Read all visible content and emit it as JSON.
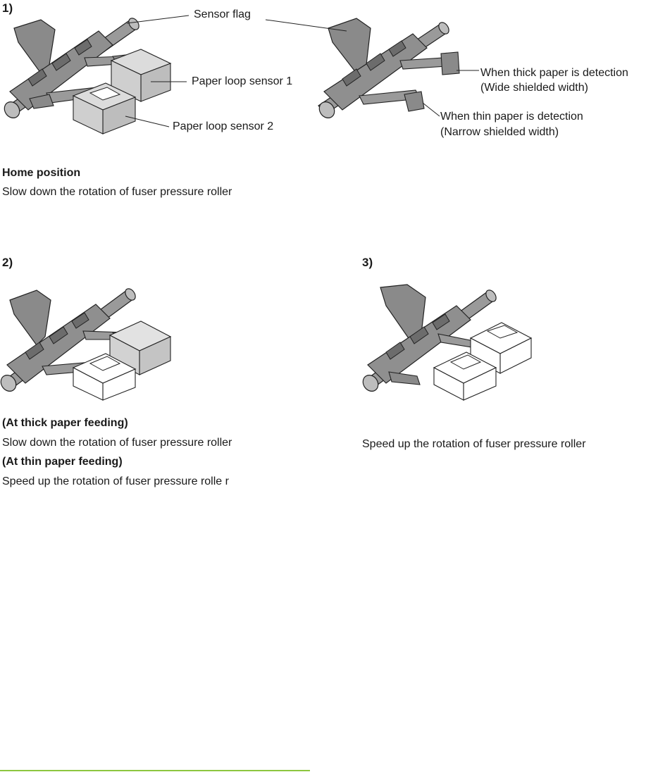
{
  "step1": {
    "number": "1)",
    "label_sensor_flag": "Sensor flag",
    "label_sensor1": "Paper loop sensor 1",
    "label_sensor2": "Paper loop sensor 2",
    "label_thick_line1": "When thick paper is detection",
    "label_thick_line2": "(Wide shielded width)",
    "label_thin_line1": "When thin paper is detection",
    "label_thin_line2": "(Narrow shielded width)",
    "caption_title": "Home position",
    "caption_text": "Slow down the rotation of fuser pressure roller"
  },
  "step2": {
    "number": "2)",
    "thick_title": "(At thick paper feeding)",
    "thick_text": "Slow down the rotation of fuser pressure roller",
    "thin_title": "(At thin paper feeding)",
    "thin_text": "Speed up the rotation of fuser pressure rolle r"
  },
  "step3": {
    "number": "3)",
    "text": "Speed up the rotation of fuser pressure roller"
  },
  "colors": {
    "part_dark": "#8a8a8a",
    "part_mid": "#a9a9a9",
    "sensor_gray": "#c8c8c8",
    "sensor_white": "#ffffff",
    "footer_rule": "#8dc63f"
  }
}
